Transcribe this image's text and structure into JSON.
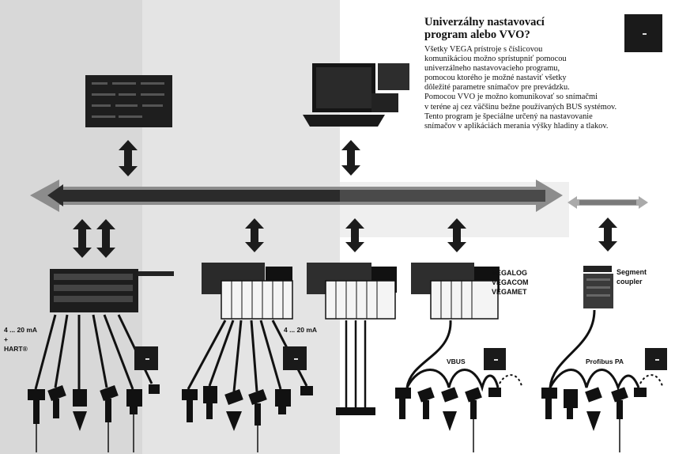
{
  "heading": {
    "line1": "Univerzálny nastavovací",
    "line2": "program alebo VVO?"
  },
  "description": [
    "Všetky VEGA prístroje s číslicovou",
    "komunikáciou možno sprístupniť pomocou",
    "univerzálneho nastavovacieho programu,",
    "pomocou ktorého je možné nastaviť všetky",
    "dôležité parametre snímačov pre prevádzku.",
    "Pomocou VVO je možno komunikovať so snímačmi",
    "v teréne aj cez väčšinu bežne používaných BUS systémov.",
    "Tento program je špeciálne určený na nastavovanie",
    "snímačov v aplikáciách merania výšky hladiny a tlakov."
  ],
  "labels": {
    "vega_products": [
      "VEGALOG",
      "VEGACOM",
      "VEGAMET"
    ],
    "segment_coupler": [
      "Segment",
      "coupler"
    ],
    "current_hart": [
      "4 ... 20 mA",
      "+",
      "HART®"
    ],
    "current_only": "4 ... 20 mA",
    "vbus": "VBUS",
    "profibus": "Profibus PA"
  },
  "colors": {
    "ink": "#111111",
    "bus_dark": "#2a2a2a",
    "bus_light": "#9a9a9a",
    "shade": "#cfcfcf"
  }
}
